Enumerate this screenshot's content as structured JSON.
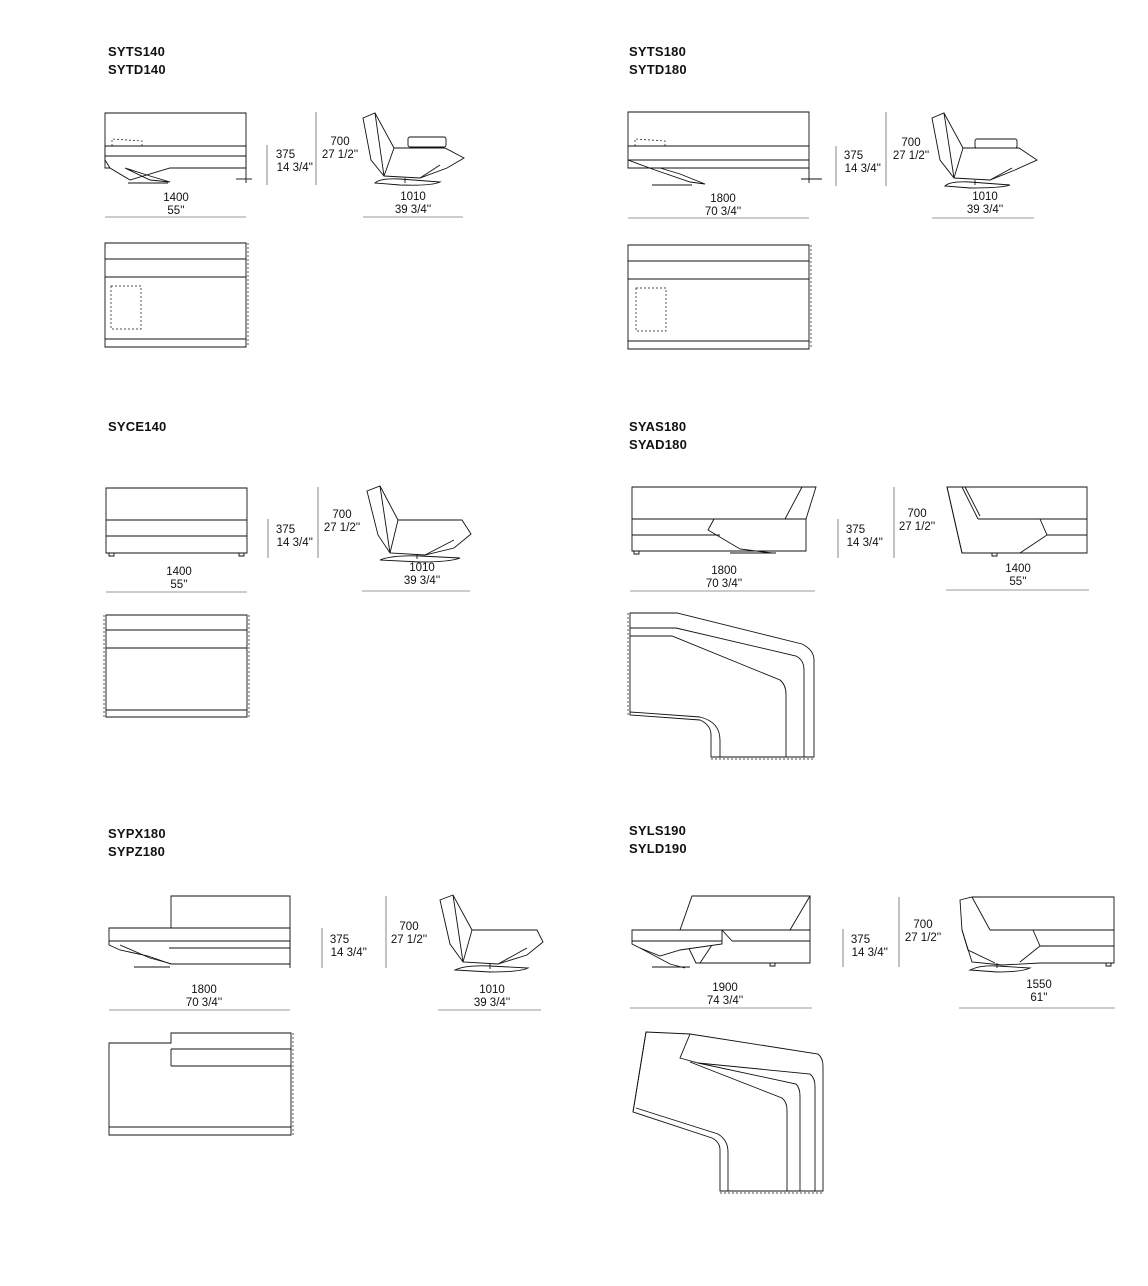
{
  "sections": [
    {
      "codes": [
        "SYTS140",
        "SYTD140"
      ],
      "front": {
        "width_mm": "1400",
        "width_in": "55''"
      },
      "seat": {
        "mm": "375",
        "in": "14 3/4''"
      },
      "height": {
        "mm": "700",
        "in": "27 1/2''"
      },
      "side": {
        "depth_mm": "1010",
        "depth_in": "39 3/4''"
      }
    },
    {
      "codes": [
        "SYTS180",
        "SYTD180"
      ],
      "front": {
        "width_mm": "1800",
        "width_in": "70 3/4''"
      },
      "seat": {
        "mm": "375",
        "in": "14 3/4''"
      },
      "height": {
        "mm": "700",
        "in": "27 1/2''"
      },
      "side": {
        "depth_mm": "1010",
        "depth_in": "39 3/4''"
      }
    },
    {
      "codes": [
        "SYCE140"
      ],
      "front": {
        "width_mm": "1400",
        "width_in": "55''"
      },
      "seat": {
        "mm": "375",
        "in": "14 3/4''"
      },
      "height": {
        "mm": "700",
        "in": "27 1/2''"
      },
      "side": {
        "depth_mm": "1010",
        "depth_in": "39 3/4''"
      }
    },
    {
      "codes": [
        "SYAS180",
        "SYAD180"
      ],
      "front": {
        "width_mm": "1800",
        "width_in": "70 3/4''"
      },
      "seat": {
        "mm": "375",
        "in": "14 3/4''"
      },
      "height": {
        "mm": "700",
        "in": "27 1/2''"
      },
      "side": {
        "depth_mm": "1400",
        "depth_in": "55''"
      }
    },
    {
      "codes": [
        "SYPX180",
        "SYPZ180"
      ],
      "front": {
        "width_mm": "1800",
        "width_in": "70 3/4''"
      },
      "seat": {
        "mm": "375",
        "in": "14 3/4''"
      },
      "height": {
        "mm": "700",
        "in": "27 1/2''"
      },
      "side": {
        "depth_mm": "1010",
        "depth_in": "39 3/4''"
      }
    },
    {
      "codes": [
        "SYLS190",
        "SYLD190"
      ],
      "front": {
        "width_mm": "1900",
        "width_in": "74 3/4''"
      },
      "seat": {
        "mm": "375",
        "in": "14 3/4''"
      },
      "height": {
        "mm": "700",
        "in": "27 1/2''"
      },
      "side": {
        "depth_mm": "1550",
        "depth_in": "61''"
      }
    }
  ]
}
